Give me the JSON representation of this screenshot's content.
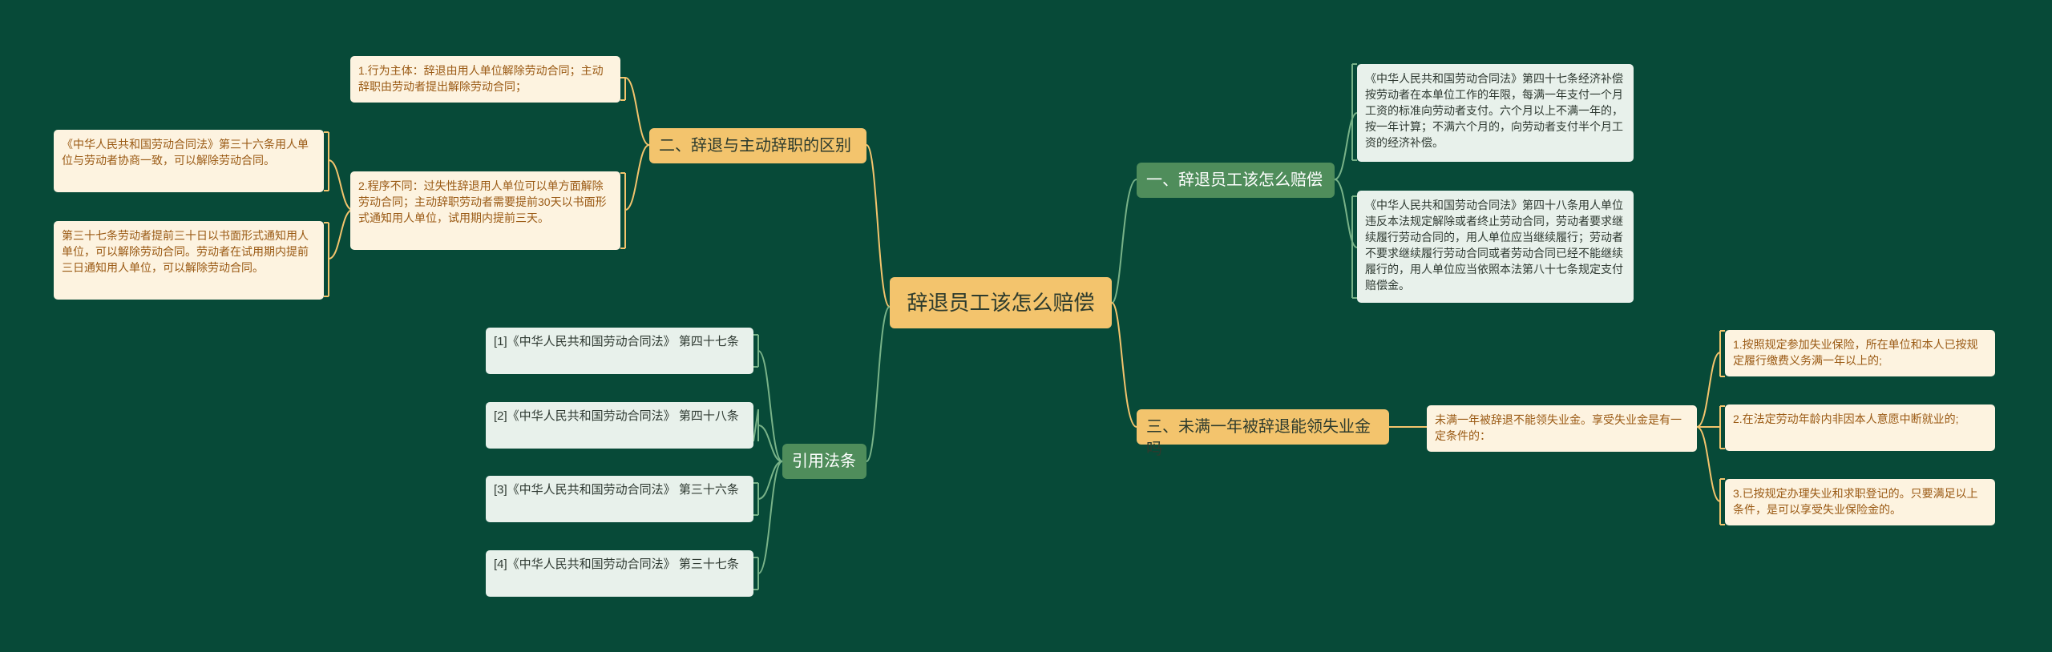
{
  "root": {
    "label": "辞退员工该怎么赔偿"
  },
  "branches": {
    "b1": {
      "label": "一、辞退员工该怎么赔偿",
      "children": [
        "《中华人民共和国劳动合同法》第四十七条经济补偿按劳动者在本单位工作的年限，每满一年支付一个月工资的标准向劳动者支付。六个月以上不满一年的，按一年计算；不满六个月的，向劳动者支付半个月工资的经济补偿。",
        "《中华人民共和国劳动合同法》第四十八条用人单位违反本法规定解除或者终止劳动合同，劳动者要求继续履行劳动合同的，用人单位应当继续履行；劳动者不要求继续履行劳动合同或者劳动合同已经不能继续履行的，用人单位应当依照本法第八十七条规定支付赔偿金。"
      ]
    },
    "b2": {
      "label": "二、辞退与主动辞职的区别",
      "children": [
        {
          "text": "1.行为主体：辞退由用人单位解除劳动合同；主动辞职由劳动者提出解除劳动合同；"
        },
        {
          "text": "2.程序不同：过失性辞退用人单位可以单方面解除劳动合同；主动辞职劳动者需要提前30天以书面形式通知用人单位，试用期内提前三天。",
          "children": [
            "《中华人民共和国劳动合同法》第三十六条用人单位与劳动者协商一致，可以解除劳动合同。",
            "第三十七条劳动者提前三十日以书面形式通知用人单位，可以解除劳动合同。劳动者在试用期内提前三日通知用人单位，可以解除劳动合同。"
          ]
        }
      ]
    },
    "b3": {
      "label": "三、未满一年被辞退能领失业金吗",
      "child": {
        "text": "未满一年被辞退不能领失业金。享受失业金是有一定条件的：",
        "children": [
          "1.按照规定参加失业保险，所在单位和本人已按规定履行缴费义务满一年以上的;",
          "2.在法定劳动年龄内非因本人意愿中断就业的;",
          "3.已按规定办理失业和求职登记的。只要满足以上条件，是可以享受失业保险金的。"
        ]
      }
    },
    "b4": {
      "label": "引用法条",
      "children": [
        "[1]《中华人民共和国劳动合同法》 第四十七条",
        "[2]《中华人民共和国劳动合同法》 第四十八条",
        "[3]《中华人民共和国劳动合同法》 第三十六条",
        "[4]《中华人民共和国劳动合同法》 第三十七条"
      ]
    }
  },
  "colors": {
    "background": "#074a38",
    "orange_branch": "#f3c46d",
    "green_branch": "#4f8d5b",
    "orange_link": "#f3c46d",
    "green_link": "#78b288",
    "cream_leaf": "#fdf3e0",
    "mint_leaf": "#e8f1eb"
  }
}
